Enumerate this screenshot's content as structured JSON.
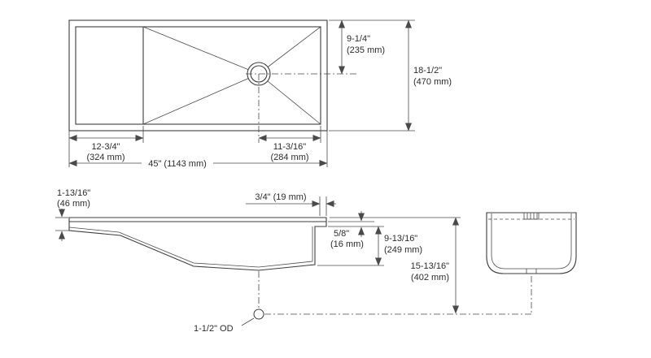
{
  "drawing": {
    "colors": {
      "line": "#3c3c3c",
      "text": "#2b2b2b",
      "background": "#ffffff"
    }
  },
  "top_view": {
    "offset_in": "9-1/4\"",
    "offset_mm": "(235 mm)",
    "depth_in": "18-1/2\"",
    "depth_mm": "(470 mm)",
    "drainboard_in": "12-3/4\"",
    "drainboard_mm": "(324 mm)",
    "drain_right_in": "11-3/16\"",
    "drain_right_mm": "(284 mm)",
    "width_label": "45\" (1143 mm)"
  },
  "front_view": {
    "apron_in": "1-13/16\"",
    "apron_mm": "(46 mm)",
    "lip_label": "3/4\" (19 mm)",
    "reveal_in": "5/8\"",
    "reveal_mm": "(16 mm)",
    "bowl_depth_in": "9-13/16\"",
    "bowl_depth_mm": "(249 mm)",
    "overall_height_in": "15-13/16\"",
    "overall_height_mm": "(402 mm)",
    "drain_od_label": "1-1/2\" OD"
  }
}
